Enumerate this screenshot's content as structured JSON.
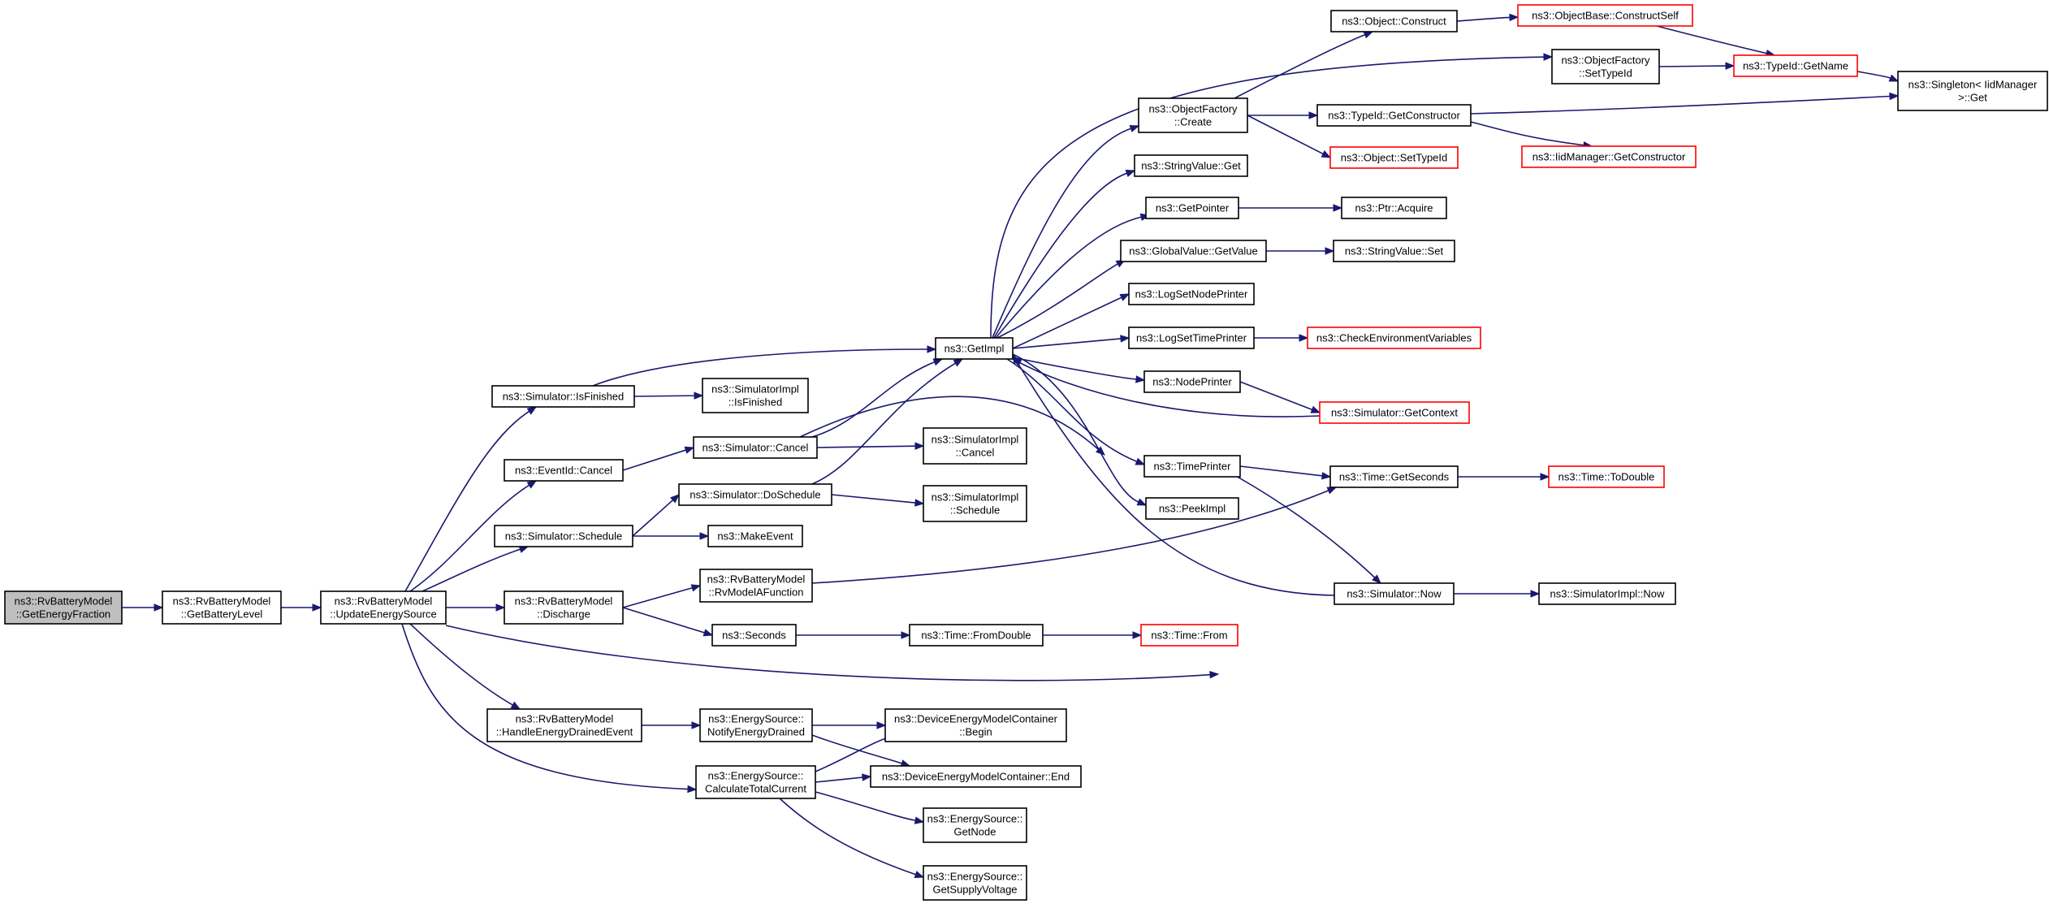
{
  "colors": {
    "edge": "#191970",
    "node_border": "#000000",
    "truncated_border": "#ff0000",
    "root_fill": "#bfbfbf"
  },
  "nodes": [
    {
      "id": "getEnergyFraction",
      "lines": [
        "ns3::RvBatteryModel",
        "::GetEnergyFraction"
      ],
      "root": true
    },
    {
      "id": "getBatteryLevel",
      "lines": [
        "ns3::RvBatteryModel",
        "::GetBatteryLevel"
      ]
    },
    {
      "id": "updateEnergySource",
      "lines": [
        "ns3::RvBatteryModel",
        "::UpdateEnergySource"
      ]
    },
    {
      "id": "simIsFinished",
      "lines": [
        "ns3::Simulator::IsFinished"
      ]
    },
    {
      "id": "eventIdCancel",
      "lines": [
        "ns3::EventId::Cancel"
      ]
    },
    {
      "id": "simSchedule",
      "lines": [
        "ns3::Simulator::Schedule"
      ]
    },
    {
      "id": "discharge",
      "lines": [
        "ns3::RvBatteryModel",
        "::Discharge"
      ]
    },
    {
      "id": "handleEnergyDrained",
      "lines": [
        "ns3::RvBatteryModel",
        "::HandleEnergyDrainedEvent"
      ]
    },
    {
      "id": "implIsFinished",
      "lines": [
        "ns3::SimulatorImpl",
        "::IsFinished"
      ]
    },
    {
      "id": "simCancel",
      "lines": [
        "ns3::Simulator::Cancel"
      ]
    },
    {
      "id": "simDoSchedule",
      "lines": [
        "ns3::Simulator::DoSchedule"
      ]
    },
    {
      "id": "makeEvent",
      "lines": [
        "ns3::MakeEvent"
      ]
    },
    {
      "id": "rvModelAFunction",
      "lines": [
        "ns3::RvBatteryModel",
        "::RvModelAFunction"
      ]
    },
    {
      "id": "seconds",
      "lines": [
        "ns3::Seconds"
      ]
    },
    {
      "id": "notifyEnergyDrained",
      "lines": [
        "ns3::EnergySource::",
        "NotifyEnergyDrained"
      ]
    },
    {
      "id": "calcTotalCurrent",
      "lines": [
        "ns3::EnergySource::",
        "CalculateTotalCurrent"
      ]
    },
    {
      "id": "getImpl",
      "lines": [
        "ns3::GetImpl"
      ]
    },
    {
      "id": "implCancel",
      "lines": [
        "ns3::SimulatorImpl",
        "::Cancel"
      ]
    },
    {
      "id": "implSchedule",
      "lines": [
        "ns3::SimulatorImpl",
        "::Schedule"
      ]
    },
    {
      "id": "fromDouble",
      "lines": [
        "ns3::Time::FromDouble"
      ]
    },
    {
      "id": "demcBegin",
      "lines": [
        "ns3::DeviceEnergyModelContainer",
        "::Begin"
      ]
    },
    {
      "id": "demcEnd",
      "lines": [
        "ns3::DeviceEnergyModelContainer::End"
      ]
    },
    {
      "id": "getNode",
      "lines": [
        "ns3::EnergySource::",
        "GetNode"
      ]
    },
    {
      "id": "getSupplyVoltage",
      "lines": [
        "ns3::EnergySource::",
        "GetSupplyVoltage"
      ]
    },
    {
      "id": "objFactoryCreate",
      "lines": [
        "ns3::ObjectFactory",
        "::Create"
      ]
    },
    {
      "id": "stringValueGet",
      "lines": [
        "ns3::StringValue::Get"
      ]
    },
    {
      "id": "getPointer",
      "lines": [
        "ns3::GetPointer"
      ]
    },
    {
      "id": "globalValueGetValue",
      "lines": [
        "ns3::GlobalValue::GetValue"
      ]
    },
    {
      "id": "logSetNodePrinter",
      "lines": [
        "ns3::LogSetNodePrinter"
      ]
    },
    {
      "id": "logSetTimePrinter",
      "lines": [
        "ns3::LogSetTimePrinter"
      ]
    },
    {
      "id": "nodePrinter",
      "lines": [
        "ns3::NodePrinter"
      ]
    },
    {
      "id": "timePrinter",
      "lines": [
        "ns3::TimePrinter"
      ]
    },
    {
      "id": "peekImpl",
      "lines": [
        "ns3::PeekImpl"
      ]
    },
    {
      "id": "timeFrom",
      "lines": [
        "ns3::Time::From"
      ],
      "truncated": true
    },
    {
      "id": "objectConstruct",
      "lines": [
        "ns3::Object::Construct"
      ]
    },
    {
      "id": "typeIdGetConstructor",
      "lines": [
        "ns3::TypeId::GetConstructor"
      ]
    },
    {
      "id": "objectSetTypeId",
      "lines": [
        "ns3::Object::SetTypeId"
      ],
      "truncated": true
    },
    {
      "id": "ptrAcquire",
      "lines": [
        "ns3::Ptr::Acquire"
      ]
    },
    {
      "id": "stringValueSet",
      "lines": [
        "ns3::StringValue::Set"
      ]
    },
    {
      "id": "checkEnvVars",
      "lines": [
        "ns3::CheckEnvironmentVariables"
      ],
      "truncated": true
    },
    {
      "id": "simGetContext",
      "lines": [
        "ns3::Simulator::GetContext"
      ],
      "truncated": true
    },
    {
      "id": "timeGetSeconds",
      "lines": [
        "ns3::Time::GetSeconds"
      ]
    },
    {
      "id": "simNow",
      "lines": [
        "ns3::Simulator::Now"
      ]
    },
    {
      "id": "objBaseConstructSelf",
      "lines": [
        "ns3::ObjectBase::ConstructSelf"
      ],
      "truncated": true
    },
    {
      "id": "objFactorySetTypeId",
      "lines": [
        "ns3::ObjectFactory",
        "::SetTypeId"
      ]
    },
    {
      "id": "iidManagerGetConstructor",
      "lines": [
        "ns3::IidManager::GetConstructor"
      ],
      "truncated": true
    },
    {
      "id": "timeToDouble",
      "lines": [
        "ns3::Time::ToDouble"
      ],
      "truncated": true
    },
    {
      "id": "implNow",
      "lines": [
        "ns3::SimulatorImpl::Now"
      ]
    },
    {
      "id": "typeIdGetName",
      "lines": [
        "ns3::TypeId::GetName"
      ],
      "truncated": true
    },
    {
      "id": "singletonGet",
      "lines": [
        "ns3::Singleton< IidManager",
        " >::Get"
      ]
    }
  ],
  "edges": [
    [
      "getEnergyFraction",
      "getBatteryLevel"
    ],
    [
      "getBatteryLevel",
      "updateEnergySource"
    ],
    [
      "updateEnergySource",
      "simIsFinished"
    ],
    [
      "updateEnergySource",
      "eventIdCancel"
    ],
    [
      "updateEnergySource",
      "simSchedule"
    ],
    [
      "updateEnergySource",
      "discharge"
    ],
    [
      "updateEnergySource",
      "handleEnergyDrained"
    ],
    [
      "updateEnergySource",
      "calcTotalCurrent"
    ],
    [
      "updateEnergySource",
      "simNow"
    ],
    [
      "simIsFinished",
      "getImpl"
    ],
    [
      "simIsFinished",
      "implIsFinished"
    ],
    [
      "eventIdCancel",
      "simCancel"
    ],
    [
      "simSchedule",
      "simDoSchedule"
    ],
    [
      "simSchedule",
      "makeEvent"
    ],
    [
      "discharge",
      "rvModelAFunction"
    ],
    [
      "discharge",
      "seconds"
    ],
    [
      "handleEnergyDrained",
      "notifyEnergyDrained"
    ],
    [
      "simCancel",
      "getImpl"
    ],
    [
      "simCancel",
      "implCancel"
    ],
    [
      "simCancel",
      "peekImpl"
    ],
    [
      "simDoSchedule",
      "getImpl"
    ],
    [
      "simDoSchedule",
      "implSchedule"
    ],
    [
      "rvModelAFunction",
      "timeGetSeconds"
    ],
    [
      "seconds",
      "fromDouble"
    ],
    [
      "fromDouble",
      "timeFrom"
    ],
    [
      "notifyEnergyDrained",
      "demcBegin"
    ],
    [
      "notifyEnergyDrained",
      "demcEnd"
    ],
    [
      "calcTotalCurrent",
      "demcBegin"
    ],
    [
      "calcTotalCurrent",
      "demcEnd"
    ],
    [
      "calcTotalCurrent",
      "getNode"
    ],
    [
      "calcTotalCurrent",
      "getSupplyVoltage"
    ],
    [
      "getImpl",
      "objFactorySetTypeId"
    ],
    [
      "getImpl",
      "objFactoryCreate"
    ],
    [
      "getImpl",
      "stringValueGet"
    ],
    [
      "getImpl",
      "getPointer"
    ],
    [
      "getImpl",
      "globalValueGetValue"
    ],
    [
      "getImpl",
      "logSetNodePrinter"
    ],
    [
      "getImpl",
      "logSetTimePrinter"
    ],
    [
      "getImpl",
      "nodePrinter"
    ],
    [
      "getImpl",
      "timePrinter"
    ],
    [
      "getImpl",
      "peekImpl"
    ],
    [
      "objFactoryCreate",
      "objectConstruct"
    ],
    [
      "objFactoryCreate",
      "typeIdGetConstructor"
    ],
    [
      "objFactoryCreate",
      "objectSetTypeId"
    ],
    [
      "objectConstruct",
      "objBaseConstructSelf"
    ],
    [
      "objBaseConstructSelf",
      "typeIdGetName"
    ],
    [
      "objFactorySetTypeId",
      "typeIdGetName"
    ],
    [
      "typeIdGetName",
      "singletonGet"
    ],
    [
      "typeIdGetConstructor",
      "singletonGet"
    ],
    [
      "typeIdGetConstructor",
      "iidManagerGetConstructor"
    ],
    [
      "getPointer",
      "ptrAcquire"
    ],
    [
      "globalValueGetValue",
      "stringValueSet"
    ],
    [
      "logSetTimePrinter",
      "checkEnvVars"
    ],
    [
      "nodePrinter",
      "simGetContext"
    ],
    [
      "simGetContext",
      "getImpl"
    ],
    [
      "timePrinter",
      "timeGetSeconds"
    ],
    [
      "timePrinter",
      "simNow"
    ],
    [
      "timeGetSeconds",
      "timeToDouble"
    ],
    [
      "simNow",
      "getImpl"
    ],
    [
      "simNow",
      "implNow"
    ]
  ]
}
